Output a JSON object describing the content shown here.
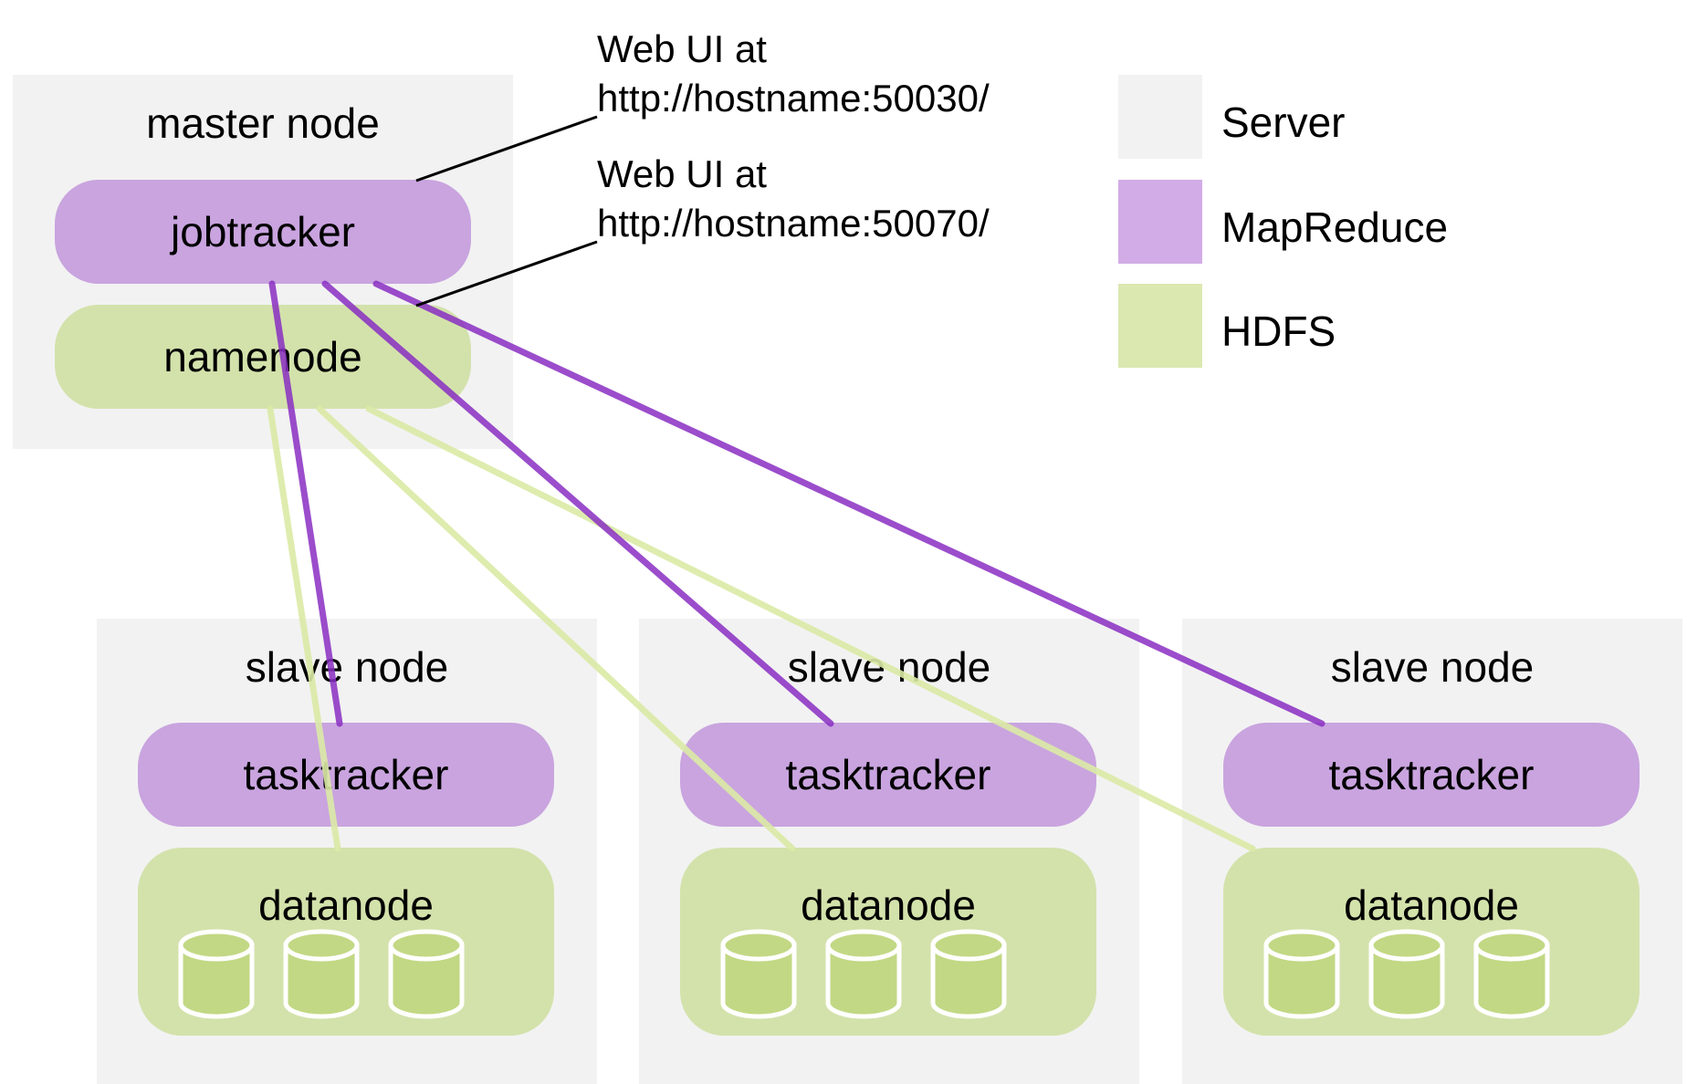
{
  "master": {
    "title": "master node",
    "jobtracker": "jobtracker",
    "namenode": "namenode"
  },
  "callouts": {
    "jobtracker_ui_line1": "Web UI at",
    "jobtracker_ui_line2": "http://hostname:50030/",
    "namenode_ui_line1": "Web UI at",
    "namenode_ui_line2": "http://hostname:50070/"
  },
  "legend": [
    {
      "label": "Server",
      "color": "#f2f2f2"
    },
    {
      "label": "MapReduce",
      "color": "#d2ace6"
    },
    {
      "label": "HDFS",
      "color": "#dbe8b0"
    }
  ],
  "slaves": [
    {
      "title": "slave node",
      "tasktracker": "tasktracker",
      "datanode": "datanode"
    },
    {
      "title": "slave node",
      "tasktracker": "tasktracker",
      "datanode": "datanode"
    },
    {
      "title": "slave node",
      "tasktracker": "tasktracker",
      "datanode": "datanode"
    }
  ],
  "colors": {
    "server": "#f2f2f2",
    "mapreduce": "#c9a4df",
    "hdfs": "#d3e2ab",
    "mapreduce_link": "#8a2fc2",
    "hdfs_link": "#dbeaa6",
    "disk": "#c2d884"
  }
}
